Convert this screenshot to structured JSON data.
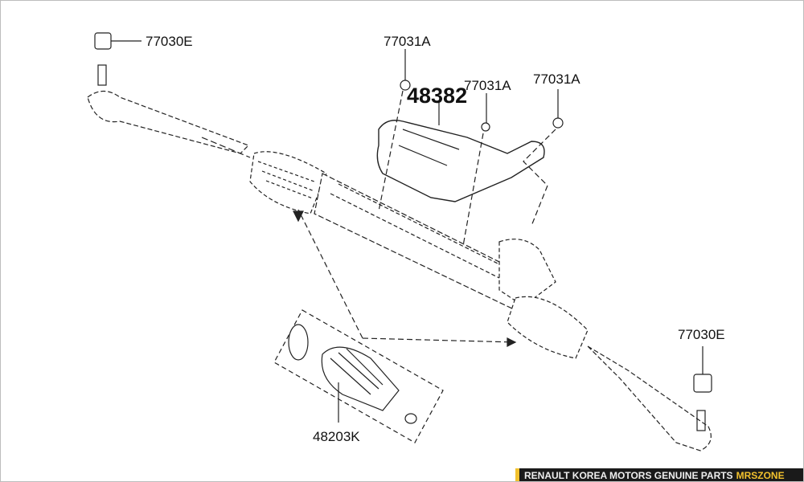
{
  "labels": {
    "nut_top_left": "77030E",
    "bolt_a1": "77031A",
    "bolt_a2": "77031A",
    "bolt_a3": "77031A",
    "heat_shield": "48382",
    "nut_bottom_right": "77030E",
    "boot_kit": "48203K"
  },
  "footer": {
    "text": "RENAULT KOREA MOTORS GENUINE PARTS",
    "brand": "MRSZONE",
    "accent_color": "#f2c12e"
  }
}
